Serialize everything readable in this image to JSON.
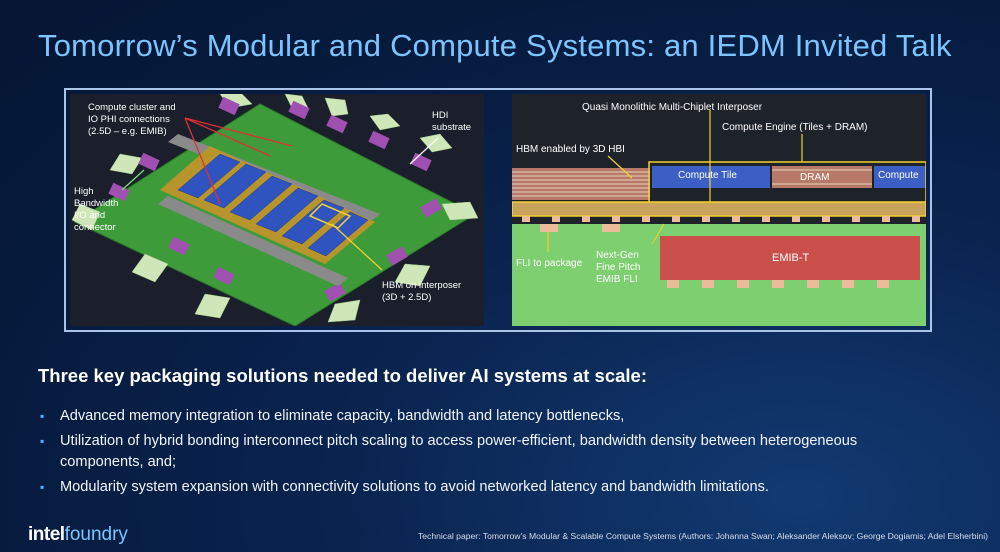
{
  "slide": {
    "title": "Tomorrow’s Modular and Compute Systems: an IEDM Invited Talk"
  },
  "left_figure": {
    "annotations": {
      "compute_cluster": [
        "Compute cluster and",
        "IO PHI connections",
        "(2.5D – e.g. EMIB)"
      ],
      "hdi": [
        "HDI",
        "substrate"
      ],
      "high_bandwidth": [
        "High",
        "Bandwidth",
        "I/O and",
        "connector"
      ],
      "hbm": [
        "HBM on interposer",
        "(3D + 2.5D)"
      ]
    }
  },
  "right_figure": {
    "annotations": {
      "interposer": "Quasi Monolithic Multi-Chiplet Interposer",
      "compute_engine": "Compute Engine (Tiles + DRAM)",
      "hbm_3d": "HBM enabled by 3D HBI",
      "compute_tile": "Compute Tile",
      "dram": "DRAM",
      "compute_right": "Compute",
      "fli": "FLI to package",
      "next_gen": [
        "Next-Gen",
        "Fine Pitch",
        "EMIB FLI"
      ],
      "emib_t": "EMIB-T"
    }
  },
  "content": {
    "subheading": "Three key packaging solutions needed to deliver AI systems at scale:",
    "bullet_marker": "▪",
    "bullets": [
      "Advanced memory integration to eliminate capacity, bandwidth and latency bottlenecks,",
      "Utilization of hybrid bonding interconnect pitch scaling to access power-efficient, bandwidth density between heterogeneous components, and;",
      "Modularity system expansion with connectivity solutions to avoid networked latency and bandwidth limitations."
    ]
  },
  "footer": {
    "logo_intel": "intel",
    "logo_foundry": "foundry",
    "footnote": "Technical paper:  Tomorrow’s Modular & Scalable Compute Systems (Authors: Johanna Swan; Aleksander Aleksov; George Dogiamis; Adel Elsherbini)"
  },
  "colors": {
    "title": "#7cc4ff",
    "accent_blue": "#4fb4ff",
    "substrate_green": "#3d9b3a",
    "connector_purple": "#a050b0",
    "emib_red": "#c9504a",
    "annotation_yellow": "#f2d12e"
  }
}
